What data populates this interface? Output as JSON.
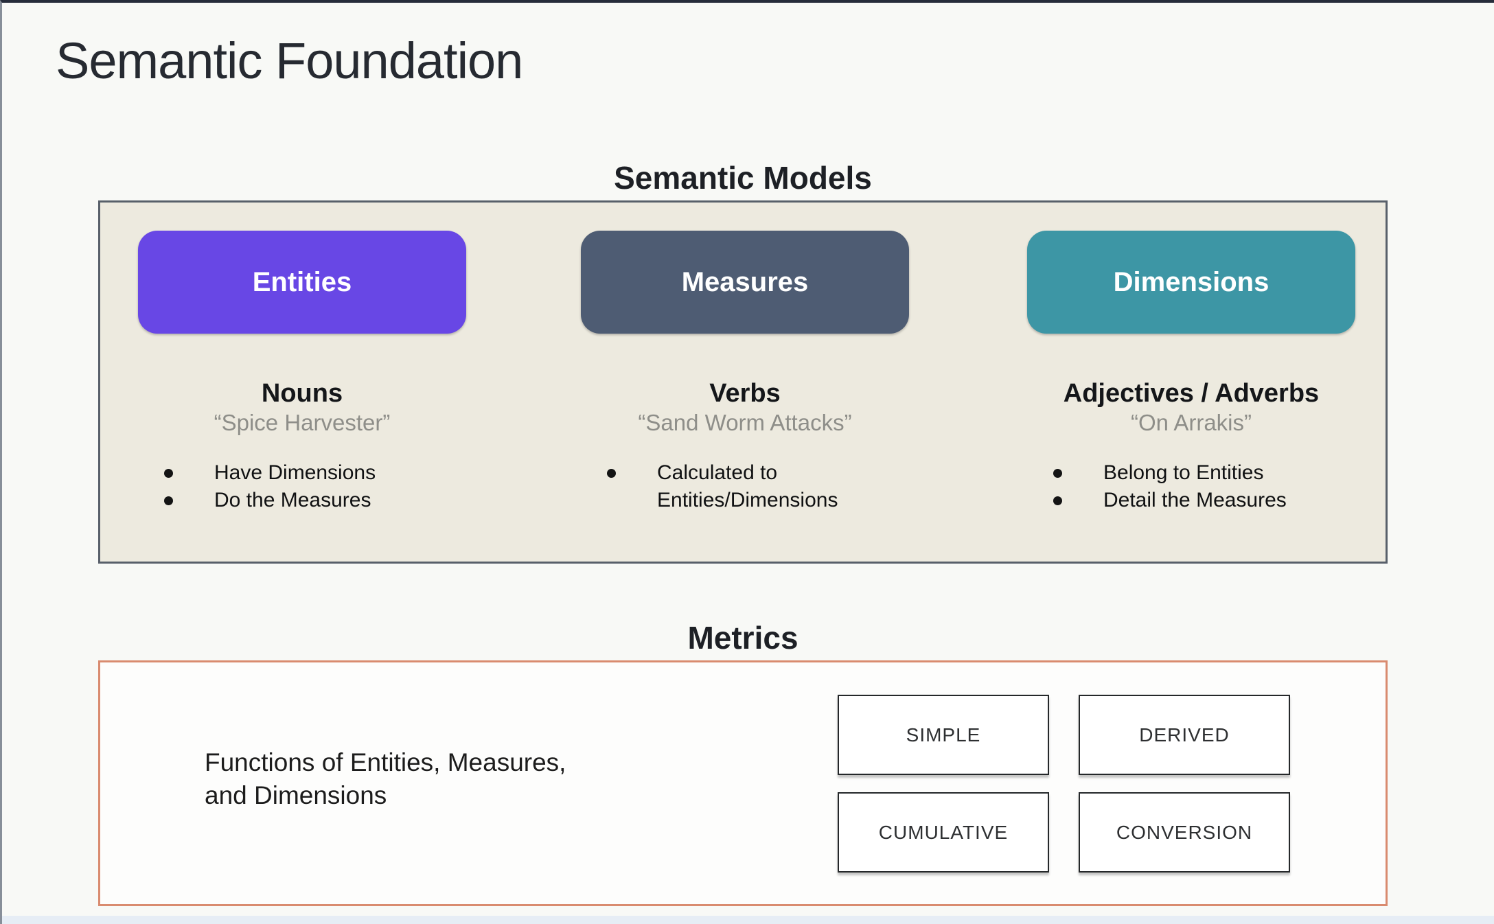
{
  "page": {
    "title": "Semantic Foundation"
  },
  "semantic_models": {
    "heading": "Semantic Models",
    "columns": [
      {
        "button": "Entities",
        "button_color": "#6847e5",
        "part_of_speech": "Nouns",
        "example": "“Spice Harvester”",
        "bullets": [
          "Have Dimensions",
          "Do the Measures"
        ]
      },
      {
        "button": "Measures",
        "button_color": "#4e5c73",
        "part_of_speech": "Verbs",
        "example": "“Sand Worm Attacks”",
        "bullets": [
          "Calculated to Entities/Dimensions"
        ]
      },
      {
        "button": "Dimensions",
        "button_color": "#3d96a5",
        "part_of_speech": "Adjectives / Adverbs",
        "example": "“On Arrakis”",
        "bullets": [
          "Belong to Entities",
          "Detail the Measures"
        ]
      }
    ]
  },
  "metrics": {
    "heading": "Metrics",
    "description": [
      "Functions of Entities, Measures,",
      "and Dimensions"
    ],
    "types": [
      "SIMPLE",
      "DERIVED",
      "CUMULATIVE",
      "CONVERSION"
    ]
  },
  "colors": {
    "page_background": "#f8f9f6",
    "models_panel_bg": "#edeadf",
    "models_panel_border": "#58606a",
    "metrics_panel_border": "#d98b6f",
    "entities_button": "#6847e5",
    "measures_button": "#4e5c73",
    "dimensions_button": "#3d96a5"
  }
}
